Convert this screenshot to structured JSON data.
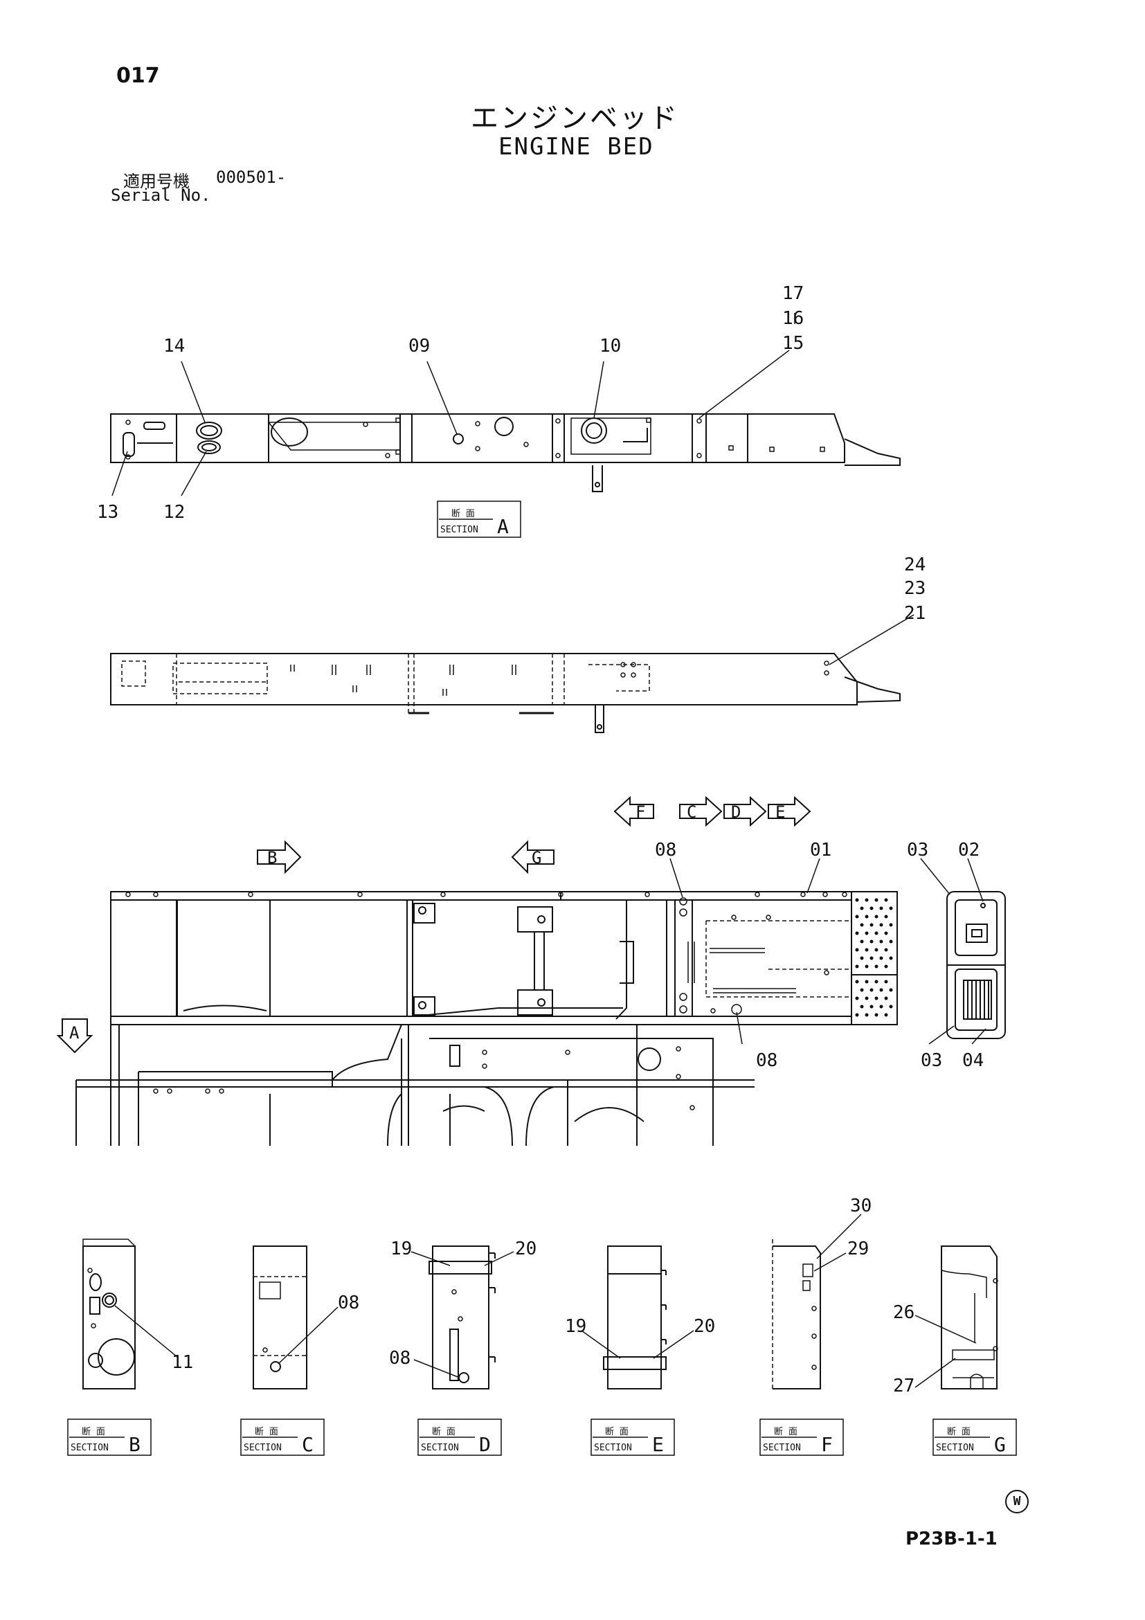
{
  "header": {
    "page_number": "017",
    "title_jp": "エンジンベッド",
    "title_en": "ENGINE BED",
    "serial_label_jp": "適用号機",
    "serial_value": "000501-",
    "serial_label_en": "Serial No."
  },
  "callouts": {
    "c01": "01",
    "c02": "02",
    "c03": "03",
    "c03b": "03",
    "c04": "04",
    "c08a": "08",
    "c08b": "08",
    "c08c": "08",
    "c08d": "08",
    "c09": "09",
    "c10": "10",
    "c11": "11",
    "c12": "12",
    "c13": "13",
    "c14": "14",
    "c15": "15",
    "c16": "16",
    "c17": "17",
    "c19a": "19",
    "c19b": "19",
    "c20a": "20",
    "c20b": "20",
    "c21": "21",
    "c23": "23",
    "c24": "24",
    "c26": "26",
    "c27": "27",
    "c29": "29",
    "c30": "30"
  },
  "section_marker": {
    "jp": "断 面",
    "en": "SECTION"
  },
  "sections": {
    "A": "A",
    "B": "B",
    "C": "C",
    "D": "D",
    "E": "E",
    "F": "F",
    "G": "G"
  },
  "view_arrows": {
    "A": "A",
    "B": "B",
    "C": "C",
    "D": "D",
    "E": "E",
    "F": "F",
    "G": "G"
  },
  "footer": {
    "mark": "W",
    "code": "P23B-1-1"
  }
}
